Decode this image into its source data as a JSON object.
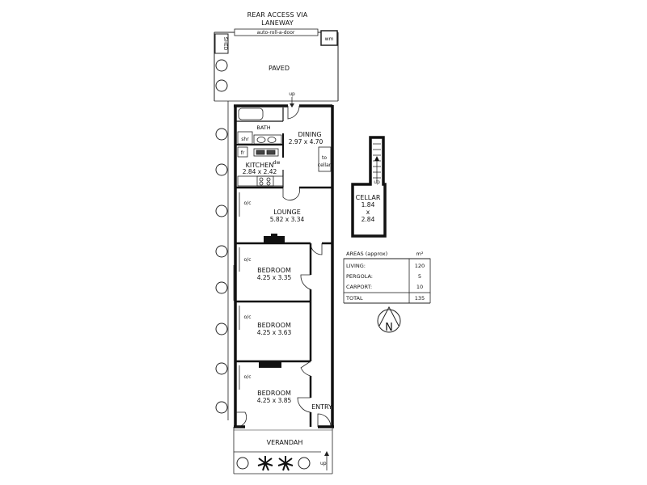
{
  "header": {
    "line1": "REAR ACCESS VIA",
    "line2": "LANEWAY"
  },
  "features": {
    "roller_door": "auto-roll-a-door",
    "wm": "wm",
    "shed": "SHED",
    "paved": "PAVED",
    "up_rear": "up",
    "up_front": "up",
    "shr": "shr",
    "fr": "fr",
    "dw": "dw",
    "to_cellar_line1": "to",
    "to_cellar_line2": "cellar",
    "oc": "o/c",
    "verandah": "VERANDAH",
    "entry": "ENTRY"
  },
  "rooms": {
    "bath": {
      "name": "BATH"
    },
    "dining": {
      "name": "DINING",
      "dims": "2.97 x 4.70"
    },
    "kitchen": {
      "name": "KITCHEN",
      "dims": "2.84 x 2.42"
    },
    "lounge": {
      "name": "LOUNGE",
      "dims": "5.82 x 3.34"
    },
    "bedroom1": {
      "name": "BEDROOM",
      "dims": "4.25 x 3.35"
    },
    "bedroom2": {
      "name": "BEDROOM",
      "dims": "4.25 x 3.63"
    },
    "bedroom3": {
      "name": "BEDROOM",
      "dims": "4.25 x 3.85"
    }
  },
  "cellar": {
    "name": "CELLAR",
    "dim1": "1.84",
    "x": "x",
    "dim2": "2.84",
    "up": "up"
  },
  "areas": {
    "title": "AREAS (approx)",
    "unit": "m²",
    "rows": [
      {
        "label": "LIVING:",
        "value": "120"
      },
      {
        "label": "PERGOLA:",
        "value": "5"
      },
      {
        "label": "CARPORT:",
        "value": "10"
      }
    ],
    "total_label": "TOTAL",
    "total_value": "135"
  },
  "compass": {
    "letter": "N"
  }
}
